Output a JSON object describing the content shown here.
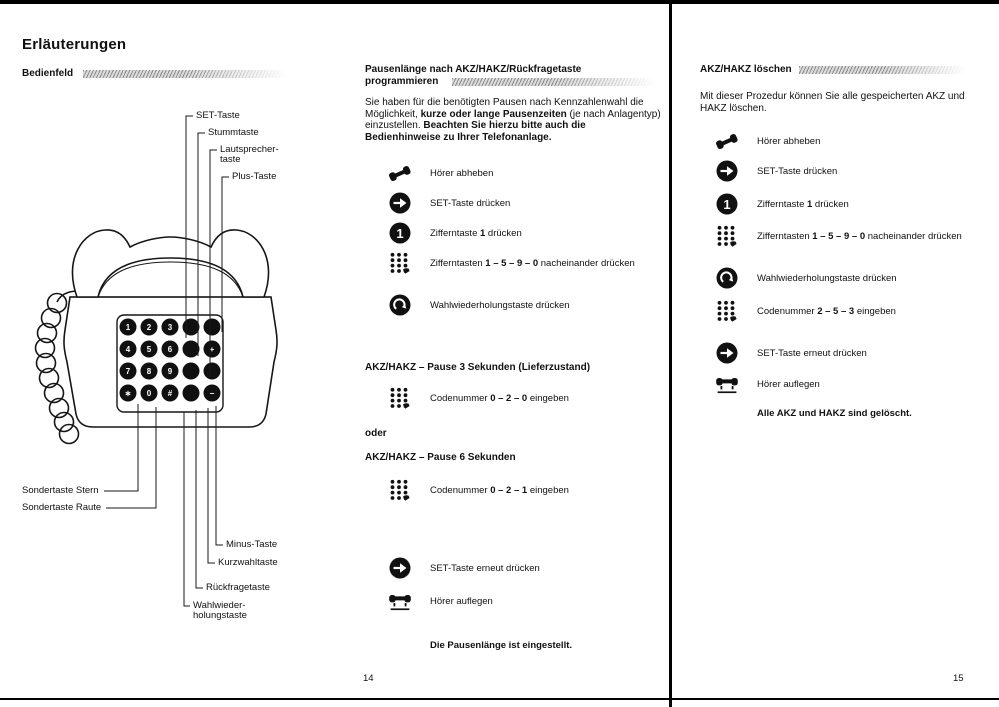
{
  "left": {
    "title": "Erläuterungen",
    "section_label": "Bedienfeld",
    "page_number": "14",
    "callouts": {
      "set": "SET-Taste",
      "mute": "Stummtaste",
      "speaker1": "Lautsprecher-",
      "speaker2": "taste",
      "plus": "Plus-Taste",
      "star": "Sondertaste Stern",
      "hash": "Sondertaste Raute",
      "minus": "Minus-Taste",
      "speed": "Kurzwahltaste",
      "recall": "Rückfragetaste",
      "redial1": "Wahlwieder-",
      "redial2": "holungstaste"
    },
    "keypad": [
      [
        "1",
        "2",
        "3",
        "",
        ""
      ],
      [
        "4",
        "5",
        "6",
        "",
        "+"
      ],
      [
        "7",
        "8",
        "9",
        "",
        ""
      ],
      [
        "∗",
        "0",
        "#",
        "",
        "−"
      ]
    ]
  },
  "middle": {
    "heading1": "Pausenlänge nach AKZ/HAKZ/Rückfragetaste",
    "heading2": "programmieren",
    "intro": {
      "p1": "Sie haben für die benötigten Pausen nach Kennzahlenwahl die Möglichkeit, ",
      "b1": "kurze oder lange Pausenzeiten",
      "p2": " (je nach Anlagentyp) einzustellen. ",
      "b2": "Beachten Sie hierzu bitte auch die Bedienhinweise zu Ihrer Telefonanlage."
    },
    "steps": [
      {
        "t1": "Hörer abheben",
        "b": "",
        "t2": ""
      },
      {
        "t1": "SET-Taste drücken",
        "b": "",
        "t2": ""
      },
      {
        "t1": "Zifferntaste ",
        "b": "1",
        "t2": " drücken"
      },
      {
        "t1": "Zifferntasten ",
        "b": "1 – 5 – 9 – 0",
        "t2": " nacheinander drücken"
      },
      {
        "t1": "Wahlwiederholungstaste drücken",
        "b": "",
        "t2": ""
      }
    ],
    "pause3_heading": "AKZ/HAKZ – Pause 3 Sekunden (Lieferzustand)",
    "pause3_step": {
      "t1": "Codenummer ",
      "b": "0 – 2 – 0",
      "t2": " eingeben"
    },
    "or_label": "oder",
    "pause6_heading": "AKZ/HAKZ – Pause 6 Sekunden",
    "pause6_step": {
      "t1": "Codenummer ",
      "b": "0 – 2 – 1",
      "t2": " eingeben"
    },
    "set_again_step": {
      "t1": "SET-Taste erneut drücken",
      "b": "",
      "t2": ""
    },
    "hangup_step": {
      "t1": "Hörer auflegen",
      "b": "",
      "t2": ""
    },
    "result": "Die Pausenlänge ist eingestellt."
  },
  "right": {
    "heading": "AKZ/HAKZ löschen",
    "intro": "Mit dieser Prozedur können Sie alle gespeicherten AKZ und HAKZ löschen.",
    "steps": [
      {
        "t1": "Hörer abheben",
        "b": "",
        "t2": ""
      },
      {
        "t1": "SET-Taste drücken",
        "b": "",
        "t2": ""
      },
      {
        "t1": "Zifferntaste ",
        "b": "1",
        "t2": " drücken"
      },
      {
        "t1": "Zifferntasten ",
        "b": "1 – 5 – 9 – 0",
        "t2": " nacheinander drücken"
      },
      {
        "t1": "Wahlwiederholungstaste drücken",
        "b": "",
        "t2": ""
      },
      {
        "t1": "Codenummer ",
        "b": "2 – 5 – 3",
        "t2": " eingeben"
      },
      {
        "t1": "SET-Taste erneut drücken",
        "b": "",
        "t2": ""
      },
      {
        "t1": "Hörer auflegen",
        "b": "",
        "t2": ""
      }
    ],
    "result": "Alle AKZ und HAKZ sind gelöscht.",
    "page_number": "15"
  },
  "icons": {
    "digit1_label": "1",
    "colors": {
      "ink": "#111111",
      "texture_gray": "#8c8c8c",
      "paper": "#ffffff"
    }
  }
}
